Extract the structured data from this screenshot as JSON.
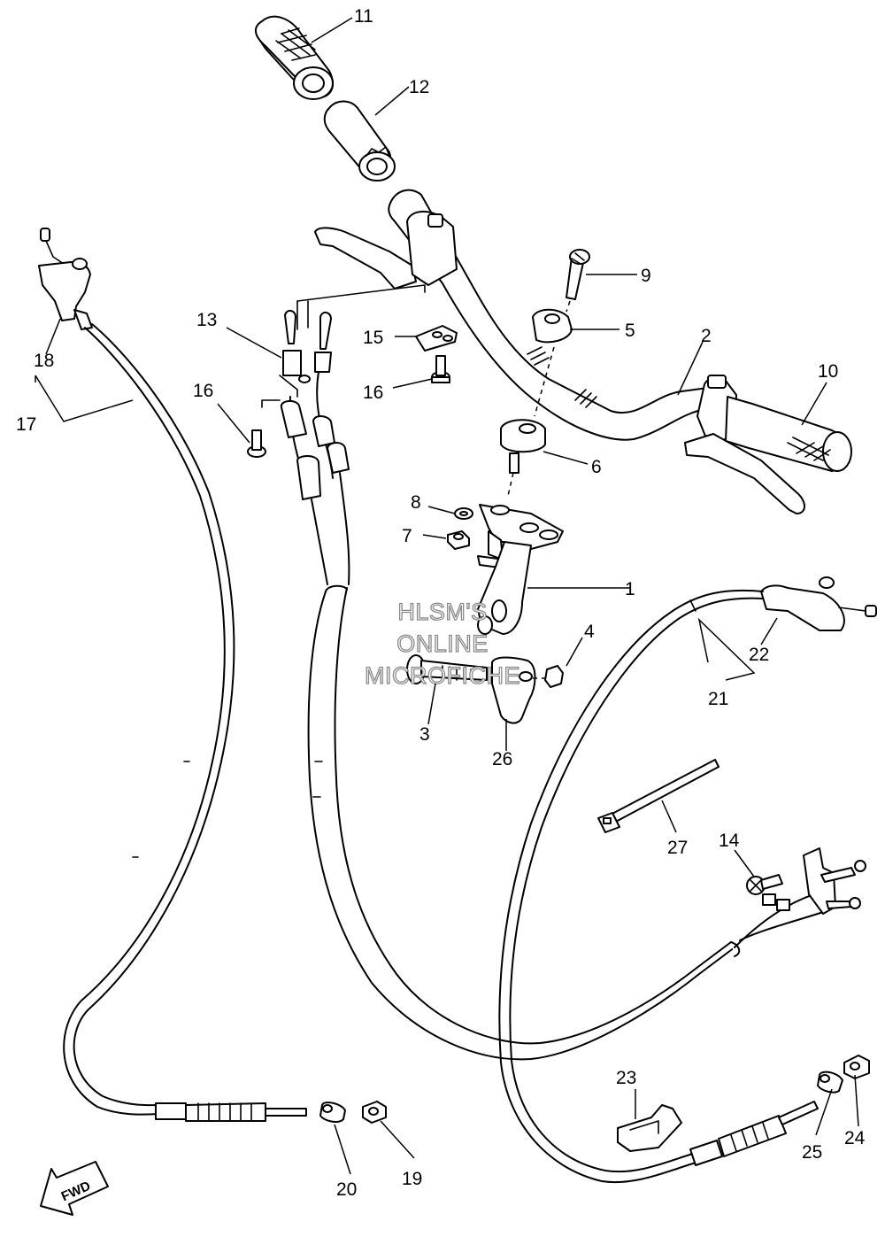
{
  "watermark": {
    "line1": "HLSM'S",
    "line2": "ONLINE",
    "line3": "MICROFICHE"
  },
  "direction_marker": "FWD",
  "callouts": {
    "c1": "1",
    "c2": "2",
    "c3": "3",
    "c4": "4",
    "c5": "5",
    "c6": "6",
    "c7": "7",
    "c8": "8",
    "c9": "9",
    "c10": "10",
    "c11": "11",
    "c12": "12",
    "c13": "13",
    "c14": "14",
    "c15": "15",
    "c16a": "16",
    "c16b": "16",
    "c17": "17",
    "c18": "18",
    "c19": "19",
    "c20": "20",
    "c21": "21",
    "c22": "22",
    "c23": "23",
    "c24": "24",
    "c25": "25",
    "c26": "26",
    "c27": "27"
  }
}
